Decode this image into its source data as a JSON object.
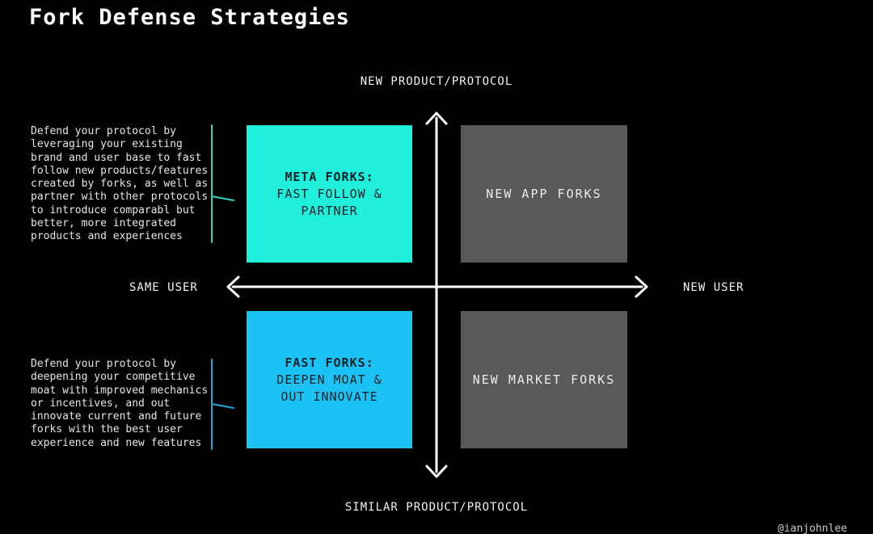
{
  "title": "Fork Defense Strategies",
  "axes": {
    "top_label": "NEW PRODUCT/PROTOCOL",
    "bottom_label": "SIMILAR PRODUCT/PROTOCOL",
    "left_label": "SAME USER",
    "right_label": "NEW USER"
  },
  "quadrants": {
    "top_left": {
      "heading": "META FORKS:",
      "body": "FAST FOLLOW &\nPARTNER",
      "color": "#1fefdb"
    },
    "top_right": {
      "label": "NEW APP FORKS",
      "color": "#595959"
    },
    "bottom_left": {
      "heading": "FAST FORKS:",
      "body": "DEEPEN MOAT &\nOUT INNOVATE",
      "color": "#1bc2f3"
    },
    "bottom_right": {
      "label": "NEW MARKET FORKS",
      "color": "#595959"
    }
  },
  "annotations": {
    "meta_forks": "Defend your protocol by\nleveraging your existing\nbrand and user base to fast\nfollow new products/features\ncreated by forks, as well as\npartner with other protocols\nto introduce comparabl but\nbetter, more integrated\nproducts and experiences",
    "fast_forks": "Defend your protocol by\ndeepening your competitive\nmoat with improved mechanics\nor incentives, and out\ninnovate current and future\nforks with the best user\nexperience and new features"
  },
  "watermark": "@ianjohnlee",
  "colors": {
    "background": "#000000",
    "axis": "#ffffff",
    "cyan_box": "#1fefdb",
    "blue_box": "#1bc2f3",
    "gray_box": "#595959",
    "connector_top": "#2fd5c2",
    "connector_bottom": "#1fa9db",
    "annotation_text": "#e6e6e6"
  }
}
